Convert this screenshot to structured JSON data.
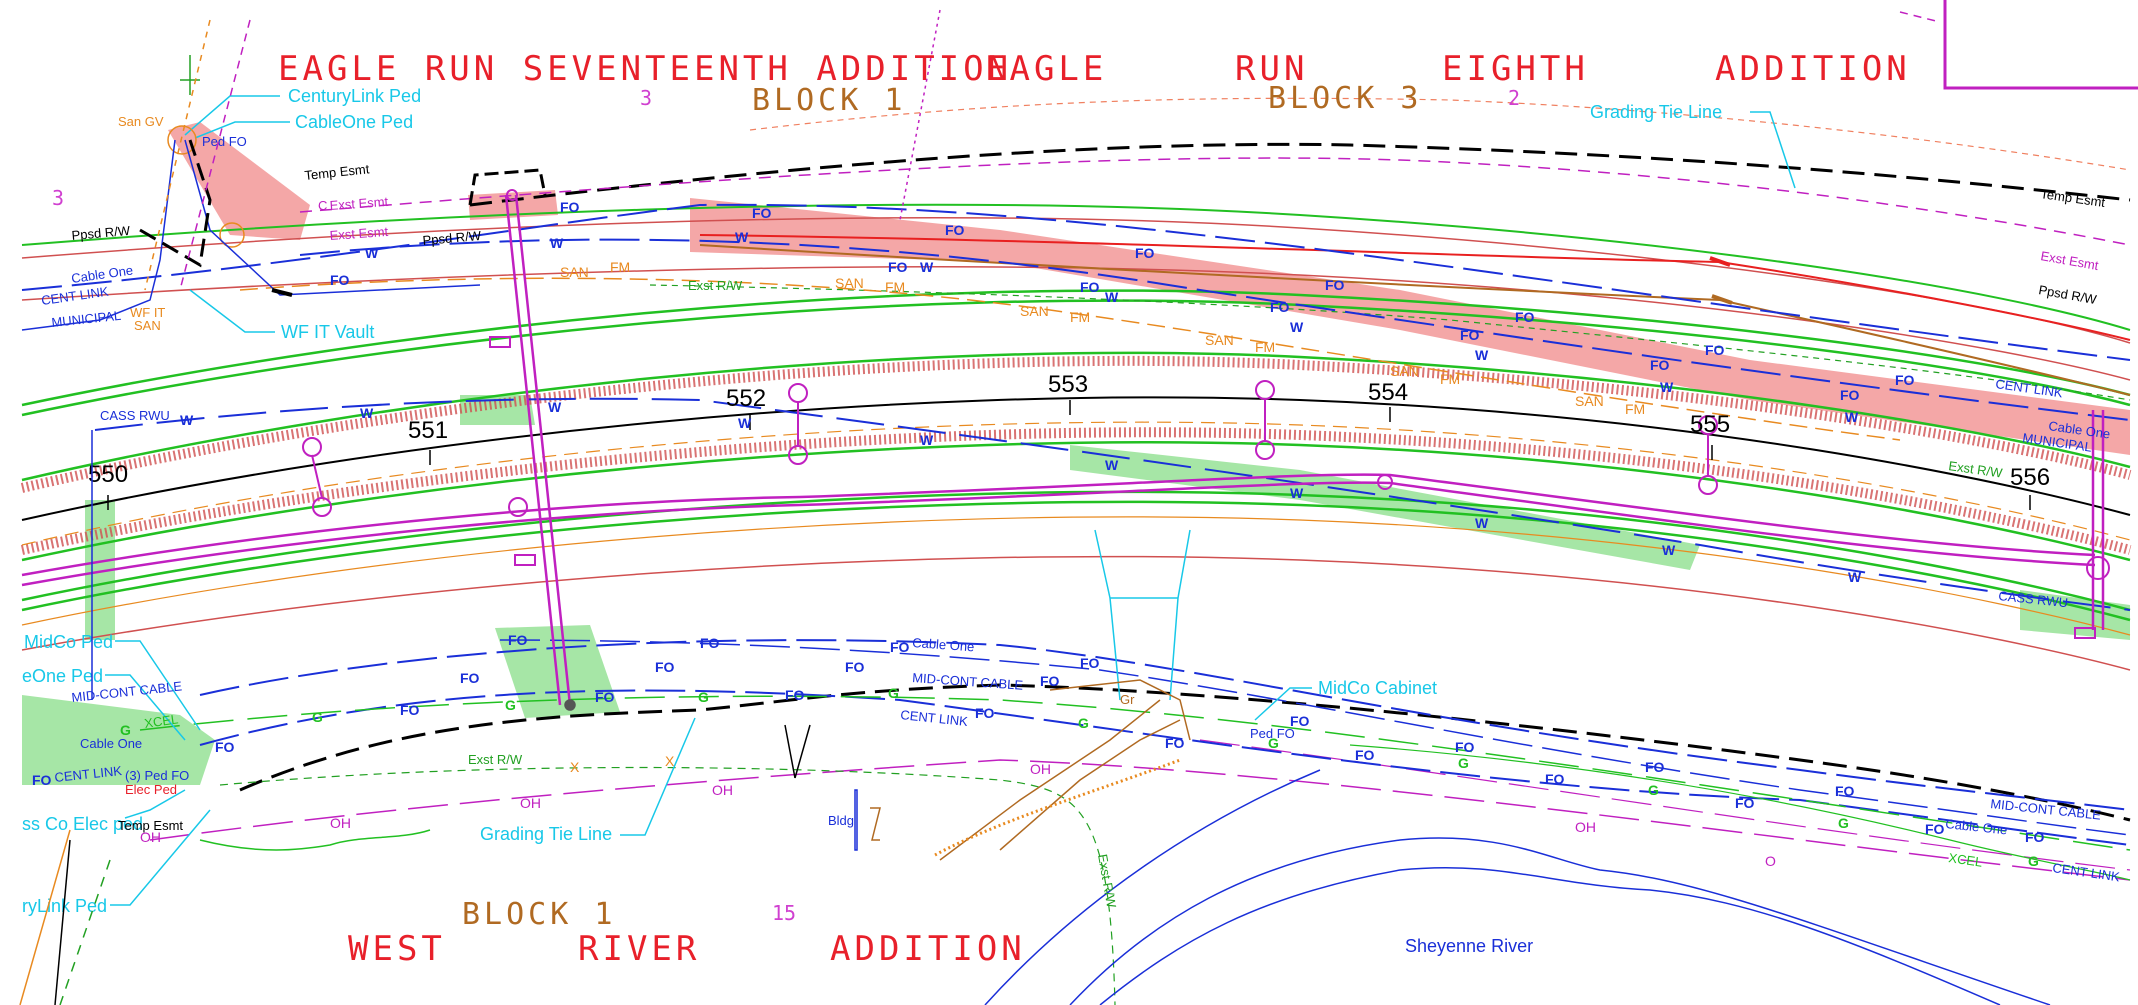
{
  "colors": {
    "subdivision": "#e8202a",
    "block": "#b06a22",
    "lot": "#d040d0",
    "callout": "#18c8e8",
    "fiber": "#1a2fd8",
    "water": "#1a2fd8",
    "highlight_red": "#f08080",
    "highlight_green": "#90e090",
    "road_edge": "#22c022",
    "row_line": "#d05050",
    "easement": "#000000",
    "san_fm": "#e88a20",
    "overhead": "#c020c0"
  },
  "subdivisions": {
    "eagle_17": "EAGLE RUN SEVENTEENTH ADDITION",
    "eagle_8_w1": "EAGLE",
    "eagle_8_w2": "RUN",
    "eagle_8_w3": "EIGHTH",
    "eagle_8_w4": "ADDITION",
    "west_w1": "WEST",
    "west_w2": "RIVER",
    "west_w3": "ADDITION"
  },
  "blocks": {
    "north_left": "BLOCK 1",
    "north_right": "BLOCK 3",
    "south": "BLOCK 1"
  },
  "lots": {
    "lot_3_top": "3",
    "lot_2_top": "2",
    "lot_3_left": "3",
    "lot_15": "15"
  },
  "stations": {
    "s550": "550",
    "s551": "551",
    "s552": "552",
    "s553": "553",
    "s554": "554",
    "s555": "555",
    "s556": "556"
  },
  "callouts": {
    "centurylink_ped": "CenturyLink Ped",
    "cableone_ped": "CableOne Ped",
    "grading_tie_top": "Grading Tie Line",
    "wf_it_vault": "WF IT Vault",
    "midco_ped": "MidCo Ped",
    "cableone_ped_left": "eOne Ped",
    "midco_cabinet": "MidCo Cabinet",
    "grading_tie_bottom": "Grading Tie Line",
    "cass_elec_ped": "ss Co Elec ped",
    "centurylink_ped_bottom": "ryLink Ped"
  },
  "labels": {
    "san_gv": "San GV",
    "ped_fo_top": "Ped FO",
    "temp_esmt": "Temp Esmt",
    "temp_esmt_right": "Temp Esmt",
    "temp_esmt_bottom": "Temp Esmt",
    "exst_esmt_1": "Exst Esmt",
    "exst_esmt_2": "Exst Esmt",
    "exst_esmt_right": "Exst Esmt",
    "ppsd_rw_left": "Ppsd R/W",
    "ppsd_rw_mid": "Ppsd R/W",
    "ppsd_rw_right": "Ppsd R/W",
    "exst_rw_top": "Exst R/W",
    "exst_rw_right": "Exst R/W",
    "exst_rw_bottom": "Exst R/W",
    "exst_rw_vertical": "Exst R/W",
    "cable_one_tl": "Cable One",
    "cent_link_tl": "CENT LINK",
    "municipal_tl": "MUNICIPAL",
    "wf_it": "WF IT",
    "san_tl": "SAN",
    "cass_rwu": "CASS RWU",
    "cass_rwu_right": "CASS RWU",
    "cent_link_right": "CENT LINK",
    "cable_one_right": "Cable One",
    "municipal_right": "MUNICIPAL",
    "cable_one_mid": "Cable One",
    "mid_cont_cable_mid": "MID-CONT CABLE",
    "cent_link_mid": "CENT LINK",
    "mid_cont_cable_left": "MID-CONT CABLE",
    "xcel_left": "XCEL",
    "cable_one_left": "Cable One",
    "cent_link_left": "CENT LINK",
    "ped_fo_3": "(3) Ped FO",
    "elec_ped": "Elec Ped",
    "ped_fo_mid": "Ped FO",
    "gr": "Gr",
    "bldg": "Bldg",
    "sheyenne": "Sheyenne River",
    "mid_cont_cable_br": "MID-CONT CABLE",
    "cable_one_br": "Cable One",
    "xcel_br": "XCEL",
    "cent_link_br": "CENT LINK",
    "c_label": "C"
  },
  "line_codes": {
    "fo": "FO",
    "w": "W",
    "g": "G",
    "oh": "OH",
    "o": "O",
    "san": "SAN",
    "fm": "FM",
    "x": "X"
  }
}
